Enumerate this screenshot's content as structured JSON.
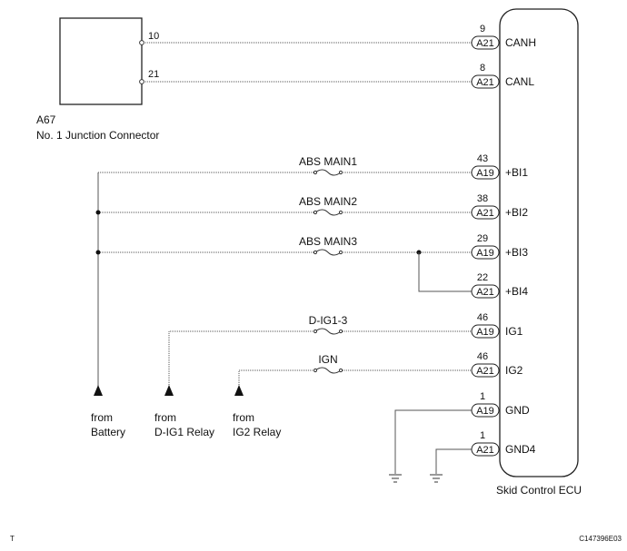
{
  "junction_connector": {
    "id": "A67",
    "name": "No. 1 Junction Connector",
    "pins": [
      "10",
      "21"
    ]
  },
  "ecu": {
    "name": "Skid Control ECU"
  },
  "terminals": [
    {
      "pin": "9",
      "connector": "A21",
      "signal": "CANH"
    },
    {
      "pin": "8",
      "connector": "A21",
      "signal": "CANL"
    },
    {
      "pin": "43",
      "connector": "A19",
      "signal": "+BI1"
    },
    {
      "pin": "38",
      "connector": "A21",
      "signal": "+BI2"
    },
    {
      "pin": "29",
      "connector": "A19",
      "signal": "+BI3"
    },
    {
      "pin": "22",
      "connector": "A21",
      "signal": "+BI4"
    },
    {
      "pin": "46",
      "connector": "A19",
      "signal": "IG1"
    },
    {
      "pin": "46",
      "connector": "A21",
      "signal": "IG2"
    },
    {
      "pin": "1",
      "connector": "A19",
      "signal": "GND"
    },
    {
      "pin": "1",
      "connector": "A21",
      "signal": "GND4"
    }
  ],
  "fuses": [
    "ABS MAIN1",
    "ABS MAIN2",
    "ABS MAIN3",
    "D-IG1-3",
    "IGN"
  ],
  "sources": [
    {
      "line1": "from",
      "line2": "Battery"
    },
    {
      "line1": "from",
      "line2": "D-IG1 Relay"
    },
    {
      "line1": "from",
      "line2": "IG2 Relay"
    }
  ],
  "corner_left": "T",
  "figure_code": "C147396E03"
}
